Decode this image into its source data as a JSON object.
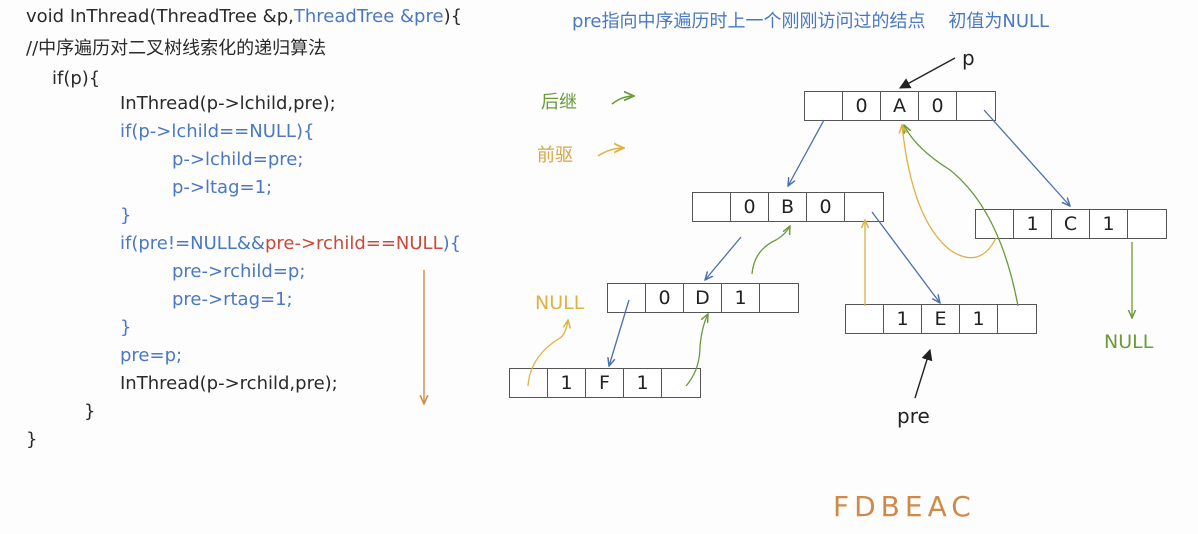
{
  "code": {
    "lines": [
      {
        "parts": [
          {
            "t": "void InThread(ThreadTree &p,",
            "c": "dark"
          },
          {
            "t": "ThreadTree &pre",
            "c": "blue"
          },
          {
            "t": "){",
            "c": "dark"
          }
        ]
      },
      {
        "parts": [
          {
            "t": "//中序遍历对二叉树线索化的递归算法",
            "c": "dark"
          }
        ]
      },
      {
        "parts": [
          {
            "t": "if(p){",
            "c": "dark"
          }
        ]
      },
      {
        "parts": [
          {
            "t": "InThread(p->lchild,pre);",
            "c": "dark"
          }
        ]
      },
      {
        "parts": [
          {
            "t": "if(p->lchild==NULL){",
            "c": "blue"
          }
        ]
      },
      {
        "parts": [
          {
            "t": "p->lchild=pre;",
            "c": "blue"
          }
        ]
      },
      {
        "parts": [
          {
            "t": "p->ltag=1;",
            "c": "blue"
          }
        ]
      },
      {
        "parts": [
          {
            "t": "}",
            "c": "blue"
          }
        ]
      },
      {
        "parts": [
          {
            "t": "if(pre!=NULL&&",
            "c": "blue"
          },
          {
            "t": "pre->rchild==NULL",
            "c": "red"
          },
          {
            "t": "){",
            "c": "blue"
          }
        ]
      },
      {
        "parts": [
          {
            "t": "pre->rchild=p;",
            "c": "blue"
          }
        ]
      },
      {
        "parts": [
          {
            "t": "pre->rtag=1;",
            "c": "blue"
          }
        ]
      },
      {
        "parts": [
          {
            "t": "}",
            "c": "blue"
          }
        ]
      },
      {
        "parts": [
          {
            "t": "pre=p;",
            "c": "blue"
          }
        ]
      },
      {
        "parts": [
          {
            "t": "InThread(p->rchild,pre);",
            "c": "dark"
          }
        ]
      },
      {
        "parts": [
          {
            "t": "}",
            "c": "dark"
          }
        ]
      },
      {
        "parts": [
          {
            "t": "}",
            "c": "dark"
          }
        ]
      }
    ]
  },
  "note": "pre指向中序遍历时上一个刚刚访问过的结点    初值为NULL",
  "legend": {
    "successor": "后继",
    "predecessor": "前驱"
  },
  "labels": {
    "p": "p",
    "pre": "pre",
    "null_left": "NULL",
    "null_right": "NULL"
  },
  "nodes": [
    {
      "id": "A",
      "ltag": "0",
      "data": "A",
      "rtag": "0"
    },
    {
      "id": "B",
      "ltag": "0",
      "data": "B",
      "rtag": "0"
    },
    {
      "id": "C",
      "ltag": "1",
      "data": "C",
      "rtag": "1"
    },
    {
      "id": "D",
      "ltag": "0",
      "data": "D",
      "rtag": "1"
    },
    {
      "id": "E",
      "ltag": "1",
      "data": "E",
      "rtag": "1"
    },
    {
      "id": "F",
      "ltag": "1",
      "data": "F",
      "rtag": "1"
    }
  ],
  "sequence": "FDBEAC",
  "colors": {
    "code_blue": "#4a78c2",
    "code_red": "#c84a3a",
    "tree_edge": "#4a6fb0",
    "successor": "#6a9a3a",
    "predecessor": "#e0b040",
    "sequence": "#d08a48"
  }
}
